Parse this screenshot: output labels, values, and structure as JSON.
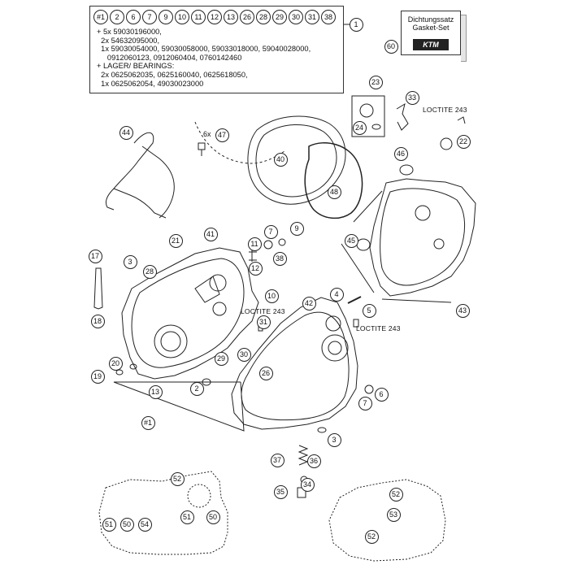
{
  "legend": {
    "parts": [
      "#1",
      "2",
      "6",
      "7",
      "9",
      "10",
      "11",
      "12",
      "13",
      "26",
      "28",
      "29",
      "30",
      "31",
      "38"
    ],
    "lines": [
      "+ 5x 59030196000,",
      "  2x 54632095000,",
      "  1x 59030054000, 59030058000, 59033018000, 59040028000,",
      "     0912060123, 0912060404, 0760142460",
      "+ LAGER/ BEARINGS:",
      "  2x 0625062035, 0625160040, 0625618050,",
      "  1x 0625062054, 49030023000"
    ],
    "ref": "1"
  },
  "gasket_set": {
    "line1": "Dichtungssatz",
    "line2": "Gasket-Set",
    "logo": "KTM",
    "ref": "60"
  },
  "loctite": [
    "LOCTITE 243",
    "LOCTITE 243",
    "LOCTITE 243"
  ],
  "quantity_label": "6x",
  "callouts": {
    "c23": "23",
    "c24": "24",
    "c33": "33",
    "c22": "22",
    "c46": "46",
    "c44": "44",
    "c47": "47",
    "c40": "40",
    "c48": "48",
    "c45": "45",
    "c43": "43",
    "c21": "21",
    "c41": "41",
    "c7a": "7",
    "c9a": "9",
    "c11a": "11",
    "c12": "12",
    "c38": "38",
    "c17": "17",
    "c3a": "3",
    "c28": "28",
    "c18": "18",
    "c10": "10",
    "c31": "31",
    "c42": "42",
    "c4": "4",
    "c5": "5",
    "c20": "20",
    "c19": "19",
    "c29": "29",
    "c30": "30",
    "c2": "2",
    "c26": "26",
    "c13": "13",
    "c7b": "7",
    "c6": "6",
    "c1b": "#1",
    "c3b": "3",
    "c37": "37",
    "c36": "36",
    "c34": "34",
    "c35": "35",
    "c52a": "52",
    "c51a": "51",
    "c50a": "50",
    "c54": "54",
    "c51b": "51",
    "c50b": "50",
    "c52b": "52",
    "c53": "53",
    "c52c": "52"
  }
}
